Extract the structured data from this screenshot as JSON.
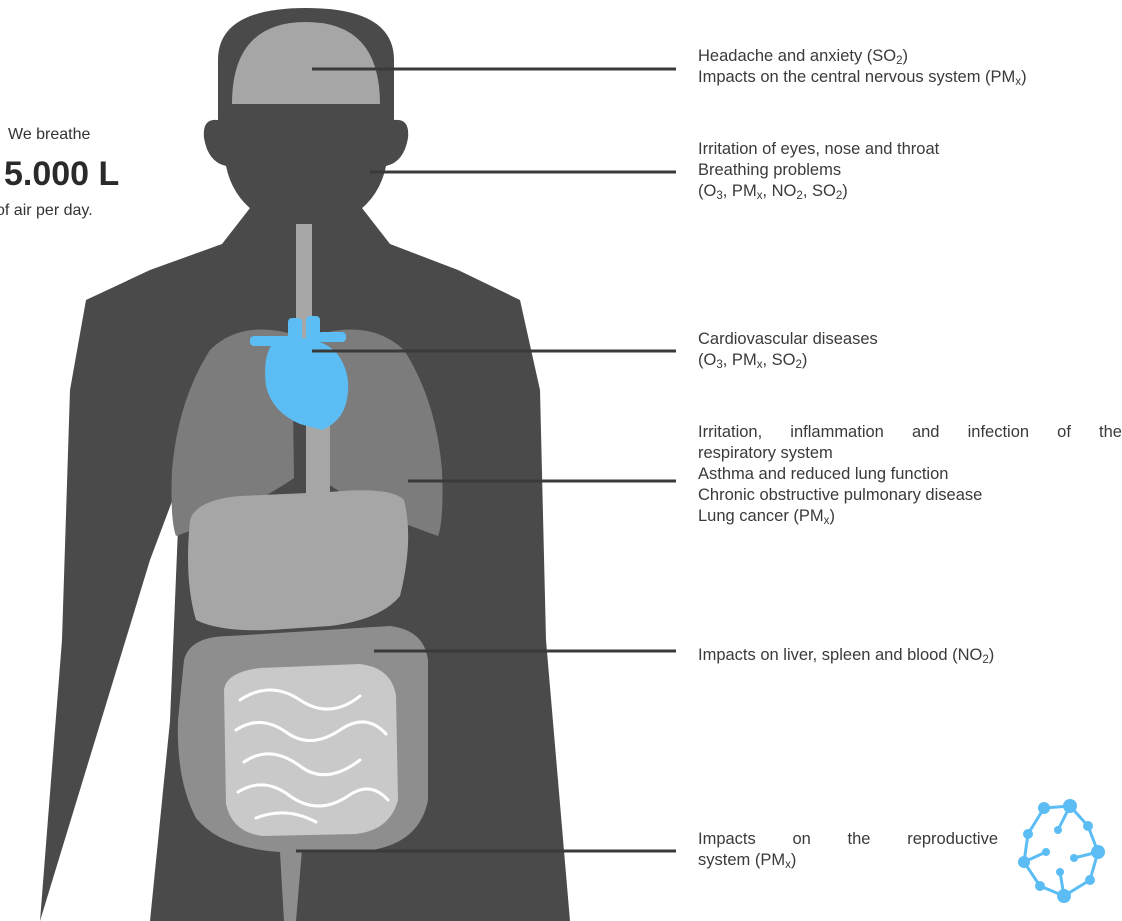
{
  "intro": {
    "line1": "We breathe",
    "amount": "5.000 L",
    "line3": "of air per day."
  },
  "callouts": [
    {
      "id": "head",
      "lines": [
        [
          {
            "t": "Headache and anxiety (SO"
          },
          {
            "s": "2"
          },
          {
            "t": ")"
          }
        ],
        [
          {
            "t": "Impacts on the central nervous system (PM"
          },
          {
            "s": "x"
          },
          {
            "t": ")"
          }
        ]
      ]
    },
    {
      "id": "throat",
      "lines": [
        [
          {
            "t": "Irritation of eyes, nose and throat"
          }
        ],
        [
          {
            "t": "Breathing problems"
          }
        ],
        [
          {
            "t": "(O"
          },
          {
            "s": "3"
          },
          {
            "t": ", PM"
          },
          {
            "s": "x"
          },
          {
            "t": ", NO"
          },
          {
            "s": "2"
          },
          {
            "t": ", SO"
          },
          {
            "s": "2"
          },
          {
            "t": ")"
          }
        ]
      ]
    },
    {
      "id": "heart",
      "lines": [
        [
          {
            "t": "Cardiovascular diseases"
          }
        ],
        [
          {
            "t": "(O"
          },
          {
            "s": "3"
          },
          {
            "t": ", PM"
          },
          {
            "s": "x"
          },
          {
            "t": ", SO"
          },
          {
            "s": "2"
          },
          {
            "t": ")"
          }
        ]
      ]
    },
    {
      "id": "lungs",
      "lines": [
        [
          {
            "t": "Irritation, inflammation and infection of the",
            "justify": true
          }
        ],
        [
          {
            "t": "respiratory system"
          }
        ],
        [
          {
            "t": "Asthma and reduced lung function"
          }
        ],
        [
          {
            "t": "Chronic obstructive pulmonary disease"
          }
        ],
        [
          {
            "t": "Lung cancer (PM"
          },
          {
            "s": "x"
          },
          {
            "t": ")"
          }
        ]
      ]
    },
    {
      "id": "liver",
      "lines": [
        [
          {
            "t": "Impacts on liver, spleen and blood (NO"
          },
          {
            "s": "2"
          },
          {
            "t": ")"
          }
        ]
      ]
    },
    {
      "id": "repro",
      "lines": [
        [
          {
            "t": "Impacts on the reproductive",
            "justify": true
          }
        ],
        [
          {
            "t": "system (PM"
          },
          {
            "s": "x"
          },
          {
            "t": ")"
          }
        ]
      ]
    }
  ],
  "colors": {
    "body": "#4a4a4a",
    "brain": "#a6a6a6",
    "organs": "#8e8e8e",
    "heart": "#5cbdf5",
    "logo": "#5cbdf5"
  }
}
